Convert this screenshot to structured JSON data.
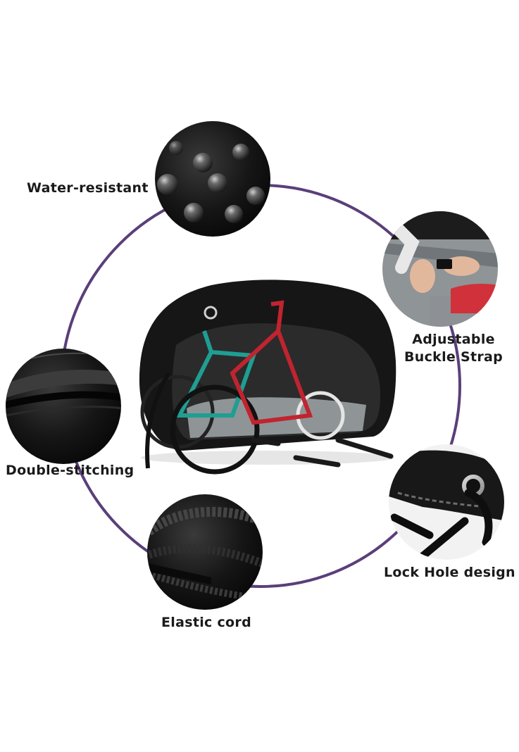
{
  "features": {
    "water_resistant": "Water-resistant",
    "buckle_line1": "Adjustable",
    "buckle_line2": "Buckle Strap",
    "double_stitching": "Double-stitching",
    "lock_hole": "Lock Hole design",
    "elastic_cord": "Elastic cord"
  },
  "colors": {
    "ring": "#5a3f7a",
    "cover": "#141414",
    "bike_teal": "#1f9e93",
    "bike_red": "#c0242f"
  },
  "icons": [
    "water-droplets",
    "buckle-strap",
    "stitching-seam",
    "lock-hole",
    "elastic-hem",
    "bicycle"
  ]
}
